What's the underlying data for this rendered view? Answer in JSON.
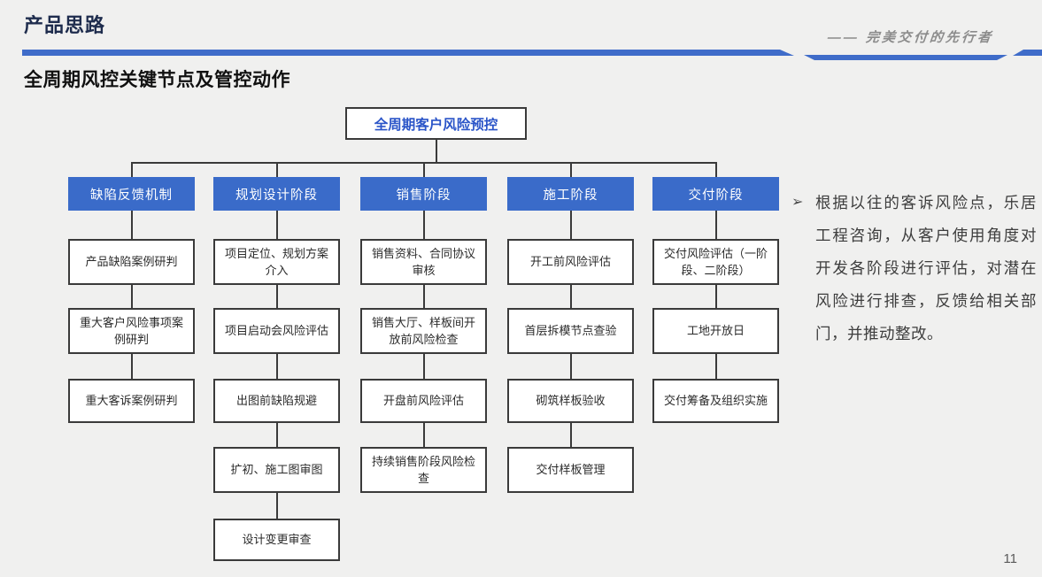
{
  "header": {
    "title": "产品思路",
    "tagline": "—— 完美交付的先行者"
  },
  "subtitle": "全周期风控关键节点及管控动作",
  "diagram": {
    "root": "全周期客户风险预控",
    "columns": [
      {
        "header": "缺陷反馈机制",
        "items": [
          "产品缺陷案例研判",
          "重大客户风险事项案例研判",
          "重大客诉案例研判"
        ]
      },
      {
        "header": "规划设计阶段",
        "items": [
          "项目定位、规划方案介入",
          "项目启动会风险评估",
          "出图前缺陷规避",
          "扩初、施工图审图",
          "设计变更审查"
        ]
      },
      {
        "header": "销售阶段",
        "items": [
          "销售资料、合同协议审核",
          "销售大厅、样板间开放前风险检查",
          "开盘前风险评估",
          "持续销售阶段风险检查"
        ]
      },
      {
        "header": "施工阶段",
        "items": [
          "开工前风险评估",
          "首层拆模节点查验",
          "砌筑样板验收",
          "交付样板管理"
        ]
      },
      {
        "header": "交付阶段",
        "items": [
          "交付风险评估（一阶段、二阶段）",
          "工地开放日",
          "交付筹备及组织实施"
        ]
      }
    ]
  },
  "note": {
    "bullet": "➢",
    "text": "根据以往的客诉风险点，乐居工程咨询，从客户使用角度对开发各阶段进行评估，对潜在风险进行排查，反馈给相关部门，并推动整改。"
  },
  "page_number": "11",
  "colors": {
    "accent_blue": "#3a6bc9",
    "root_text_blue": "#2b55c8",
    "title_navy": "#1e2c4d",
    "background": "#f0f0ef",
    "connector": "#3a3a3a"
  }
}
